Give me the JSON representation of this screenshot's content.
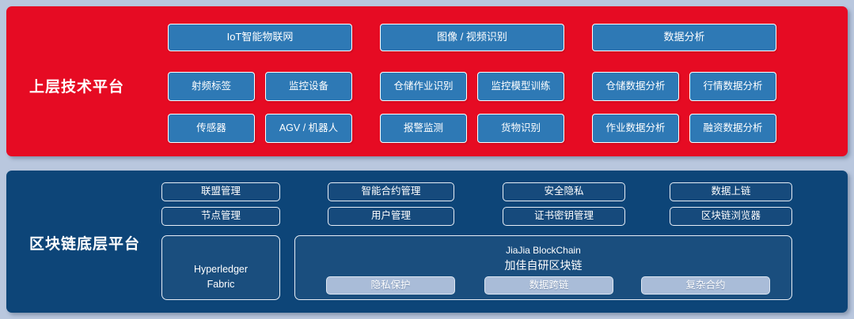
{
  "colors": {
    "page_background": "#b9c7de",
    "top_layer": "#e60b23",
    "bottom_layer": "#0d4578",
    "tech_box": "#2e79b5",
    "chain_box": "#164a7c",
    "capability_box": "#a9bcd8",
    "text": "#ffffff"
  },
  "top_layer": {
    "title": "上层技术平台",
    "groups": [
      {
        "header": "IoT智能物联网",
        "items": [
          "射频标签",
          "监控设备",
          "传感器",
          "AGV / 机器人"
        ]
      },
      {
        "header": "图像 / 视频识别",
        "items": [
          "仓储作业识别",
          "监控模型训练",
          "报警监测",
          "货物识别"
        ]
      },
      {
        "header": "数据分析",
        "items": [
          "仓储数据分析",
          "行情数据分析",
          "作业数据分析",
          "融资数据分析"
        ]
      }
    ]
  },
  "bottom_layer": {
    "title": "区块链底层平台",
    "module_columns": [
      [
        "联盟管理",
        "节点管理"
      ],
      [
        "智能合约管理",
        "用户管理"
      ],
      [
        "安全隐私",
        "证书密钥管理"
      ],
      [
        "数据上链",
        "区块链浏览器"
      ]
    ],
    "engines": {
      "fabric": {
        "line1": "Hyperledger",
        "line2": "Fabric"
      },
      "jiajia": {
        "name_en": "JiaJia BlockChain",
        "name_cn": "加佳自研区块链",
        "capabilities": [
          "隐私保护",
          "数据跨链",
          "复杂合约"
        ]
      }
    }
  }
}
